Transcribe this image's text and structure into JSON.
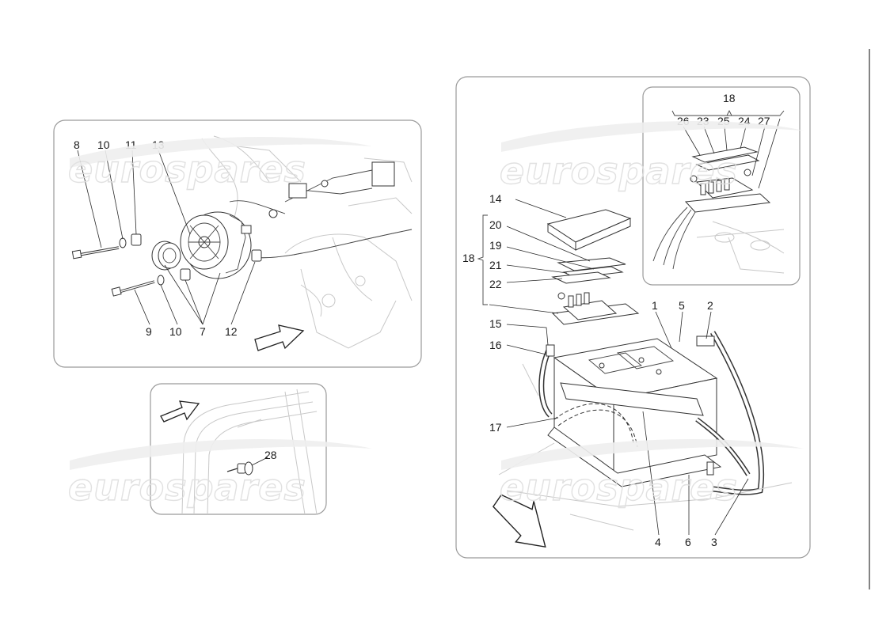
{
  "watermark": {
    "text": "eurospares"
  },
  "panels": {
    "alternator": {
      "labels": [
        "8",
        "10",
        "11",
        "13",
        "9",
        "10",
        "7",
        "12"
      ]
    },
    "clip": {
      "labels": [
        "28"
      ]
    },
    "battery": {
      "labels": [
        "18",
        "26",
        "23",
        "25",
        "24",
        "27",
        "14",
        "20",
        "19",
        "18",
        "21",
        "22",
        "1",
        "5",
        "2",
        "15",
        "16",
        "17",
        "4",
        "6",
        "3"
      ]
    }
  }
}
